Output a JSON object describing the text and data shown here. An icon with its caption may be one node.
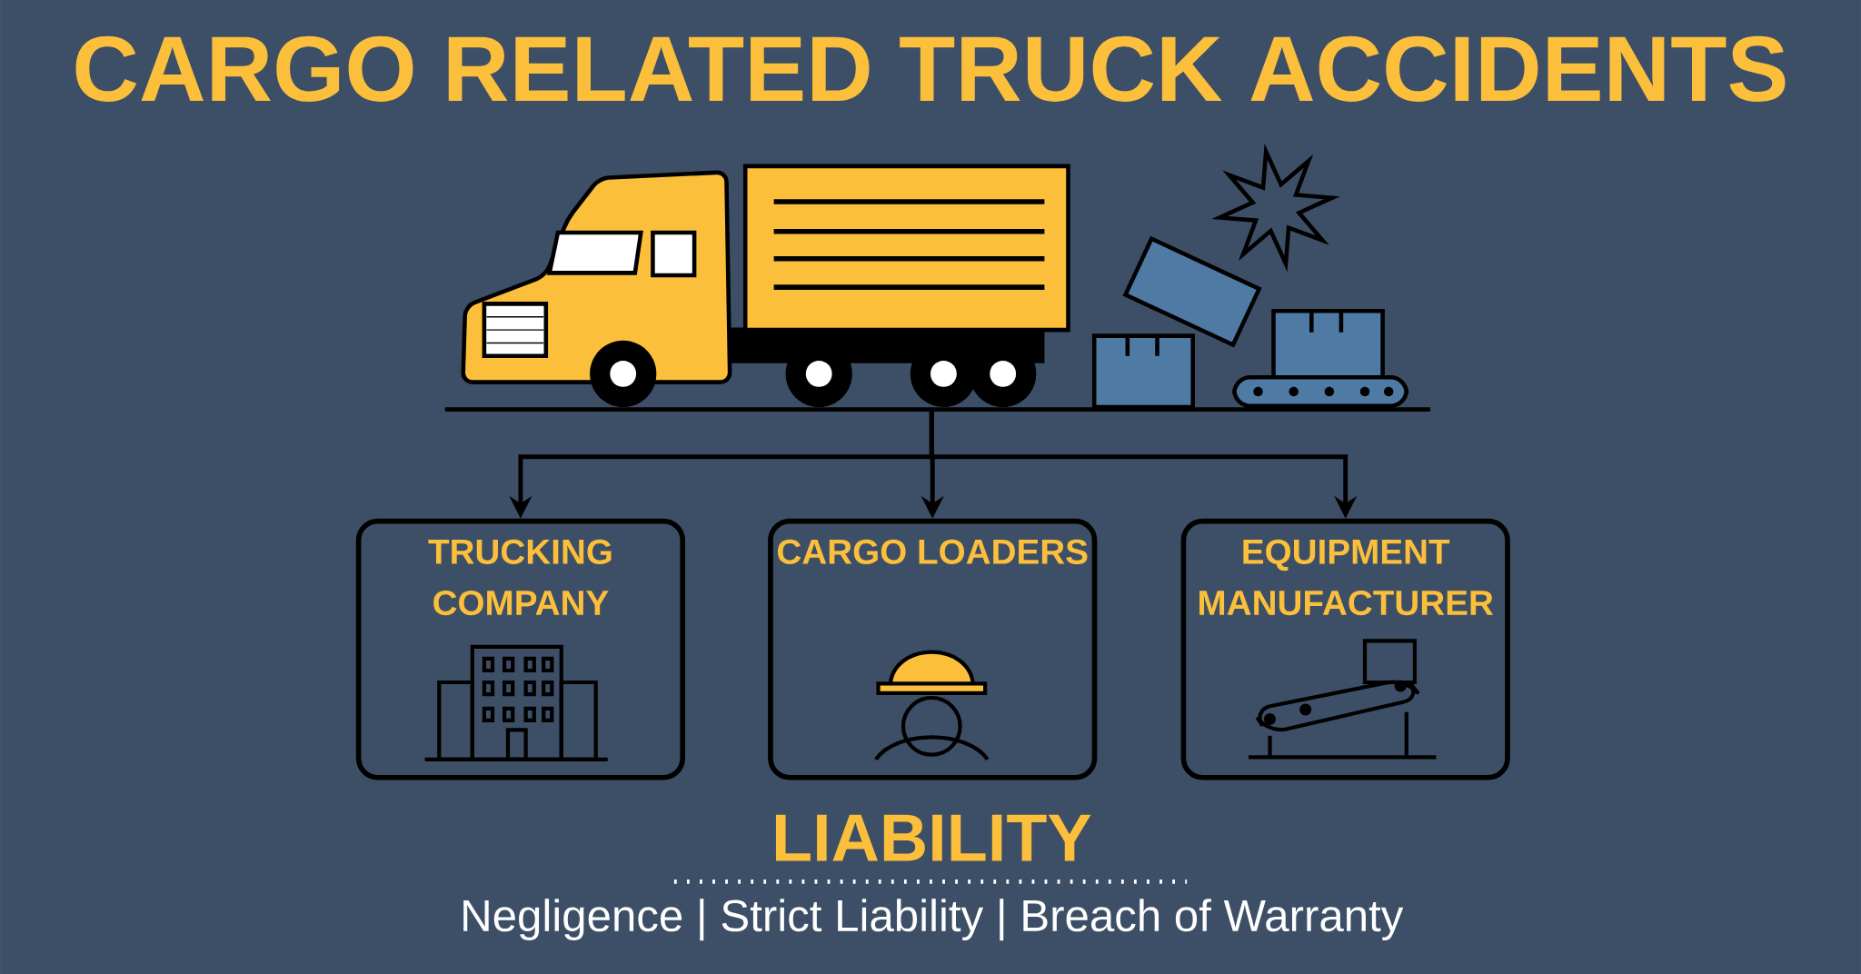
{
  "diagram": {
    "title": "CARGO RELATED TRUCK ACCIDENTS",
    "nodes": [
      {
        "text": [],
        "shape": "picture"
      },
      {
        "text": [
          "TRUCKING COMPANY"
        ]
      },
      {
        "text": [
          "CARGO LOADERS"
        ]
      },
      {
        "text": [
          "EQUIPMENT MANUFACTURER"
        ]
      }
    ],
    "edges": [
      {
        "from": 0,
        "to": 1,
        "arrow": "to"
      },
      {
        "from": 0,
        "to": 2,
        "arrow": "to"
      },
      {
        "from": 0,
        "to": 3,
        "arrow": "to"
      }
    ],
    "labels": [
      "LIABILITY",
      "Negligence | Strict Liability | Breach of Warranty"
    ]
  }
}
